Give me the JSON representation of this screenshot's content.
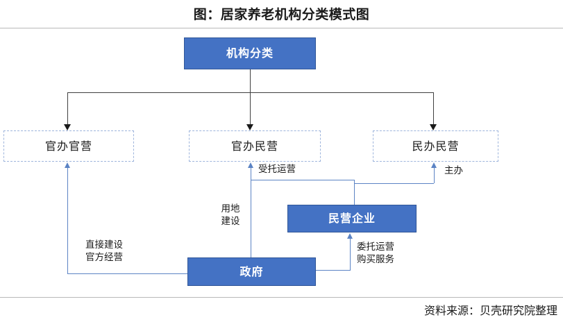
{
  "figure": {
    "title": "图：居家养老机构分类模式图",
    "source": "资料来源：贝壳研究院整理"
  },
  "colors": {
    "node_fill": "#4472C4",
    "node_border": "#2F5597",
    "node_text": "#FFFFFF",
    "dashed_border": "#9DB4DC",
    "black_edge": "#3F3F3F",
    "blue_edge": "#5B83C4",
    "rule": "#B8B8B8"
  },
  "nodes": {
    "root": {
      "label": "机构分类",
      "style": "solid"
    },
    "gov_run_gov_op": {
      "label": "官办官营",
      "style": "dashed"
    },
    "gov_run_priv_op": {
      "label": "官办民营",
      "style": "dashed"
    },
    "priv_run_priv_op": {
      "label": "民办民营",
      "style": "dashed"
    },
    "private_enterprise": {
      "label": "民营企业",
      "style": "solid"
    },
    "government": {
      "label": "政府",
      "style": "solid"
    }
  },
  "edge_labels": {
    "entrusted_operation": "受托运营",
    "host": "主办",
    "land_construction": "用地\n建设",
    "direct_build_operate": "直接建设\n官方经营",
    "entrust_purchase": "委托运营\n购买服务"
  }
}
